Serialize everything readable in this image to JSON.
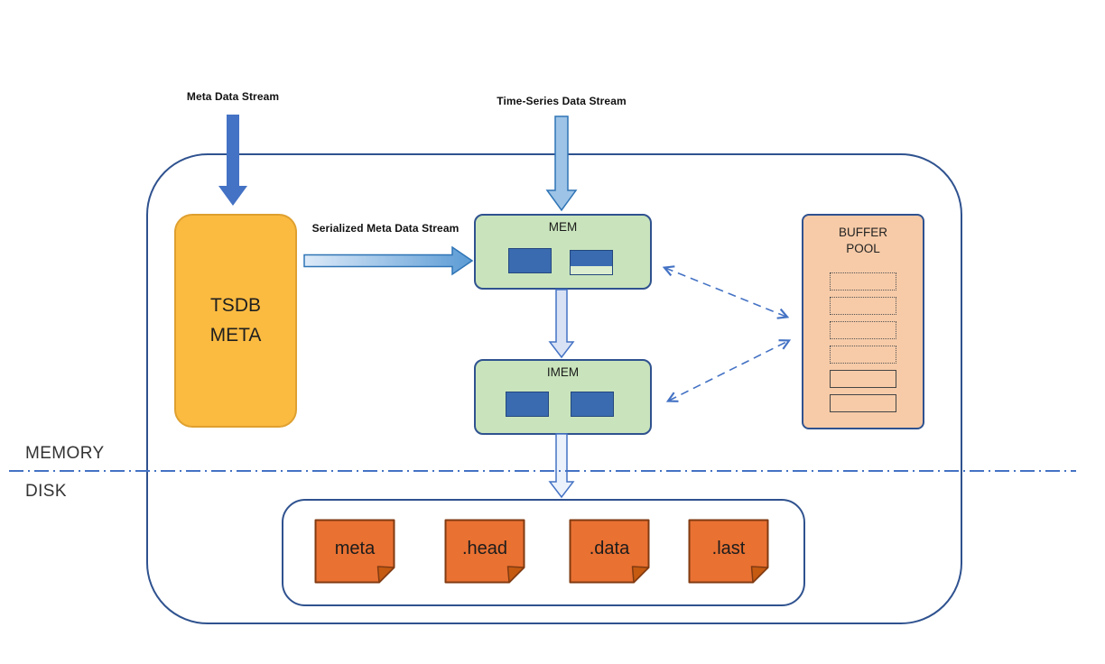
{
  "diagram": {
    "streams": {
      "meta": "Meta Data Stream",
      "time_series": "Time-Series Data Stream",
      "serialized": "Serialized Meta Data Stream"
    },
    "zones": {
      "memory": "MEMORY",
      "disk": "DISK"
    },
    "nodes": {
      "tsdb_meta": {
        "line1": "TSDB",
        "line2": "META"
      },
      "mem": {
        "label": "MEM"
      },
      "imem": {
        "label": "IMEM"
      },
      "buffer_pool": {
        "line1": "BUFFER",
        "line2": "POOL",
        "slot_count": 6
      }
    },
    "disk_files": [
      {
        "label": "meta"
      },
      {
        "label": ".head"
      },
      {
        "label": ".data"
      },
      {
        "label": ".last"
      }
    ],
    "colors": {
      "border_blue": "#2F528F",
      "arrow_dark_blue": "#4472C4",
      "arrow_light_blue": "#9DC3E6",
      "node_green": "#C9E4BC",
      "node_orange": "#FBBB41",
      "buffer_peach": "#F7CBA8",
      "file_orange": "#E97132",
      "inner_blue": "#3A6BB0"
    }
  }
}
